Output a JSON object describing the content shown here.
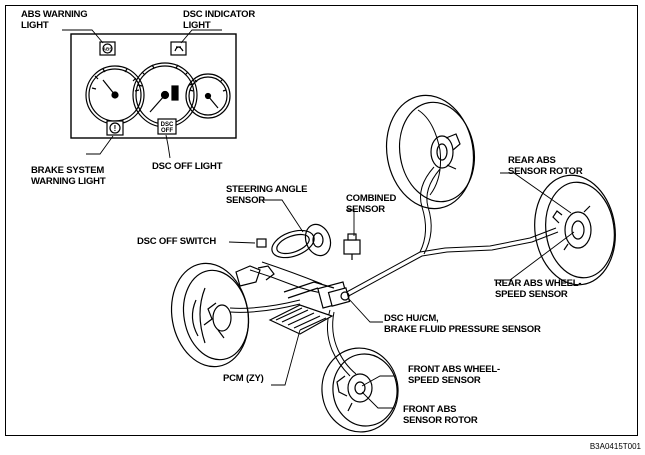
{
  "labels": {
    "abs_warning_light": "ABS WARNING\nLIGHT",
    "dsc_indicator_light": "DSC INDICATOR\nLIGHT",
    "brake_system_warning_light": "BRAKE SYSTEM\nWARNING LIGHT",
    "dsc_off_light": "DSC OFF LIGHT",
    "steering_angle_sensor": "STEERING ANGLE\nSENSOR",
    "combined_sensor": "COMBINED\nSENSOR",
    "dsc_off_switch": "DSC OFF SWITCH",
    "rear_abs_sensor_rotor": "REAR ABS\nSENSOR ROTOR",
    "rear_abs_wheel_speed_sensor": "REAR ABS WHEEL-\nSPEED SENSOR",
    "dsc_hu_cm": "DSC HU/CM,\nBRAKE FLUID PRESSURE SENSOR",
    "pcm": "PCM (ZY)",
    "front_abs_wheel_speed_sensor": "FRONT ABS WHEEL-\nSPEED SENSOR",
    "front_abs_sensor_rotor": "FRONT ABS\nSENSOR ROTOR"
  },
  "icons": {
    "abs": "ABS",
    "brake": "!",
    "dsc_off_top": "DSC",
    "dsc_off_bottom": "OFF"
  },
  "figure_code": "B3A0415T001"
}
